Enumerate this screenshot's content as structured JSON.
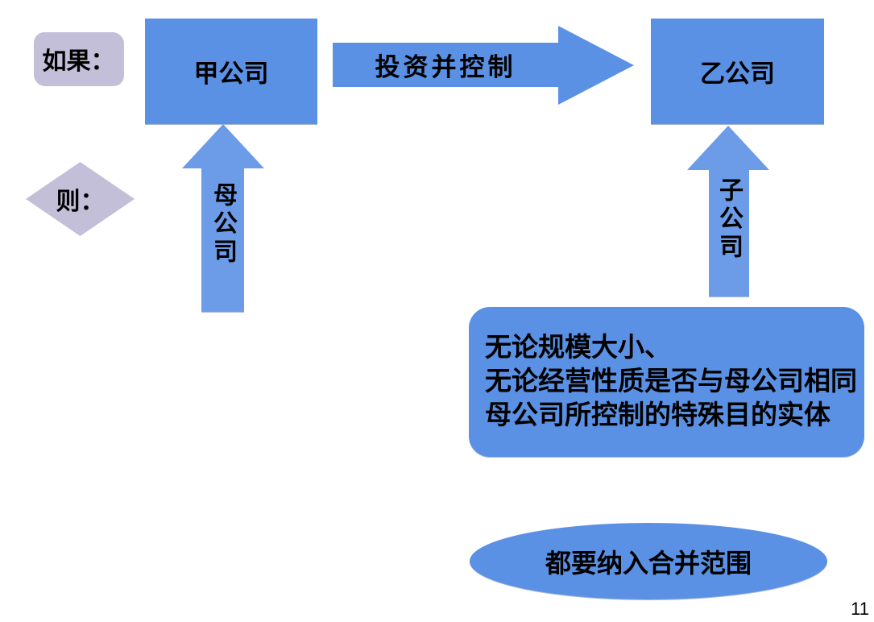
{
  "colors": {
    "shape_blue": "#5B91E4",
    "arrow_blue": "#6C9CE7",
    "label_lavender": "#C3BFD8"
  },
  "labels": {
    "if": "如果：",
    "then": "则："
  },
  "boxes": {
    "company_a": "甲公司",
    "company_b": "乙公司"
  },
  "arrows": {
    "invest_label": "投资并控制",
    "parent_label": "母公司",
    "subsidiary_label": "子公司"
  },
  "condition_box": {
    "lines": [
      "无论规模大小、",
      "无论经营性质是否与母公司相同",
      "母公司所控制的特殊目的实体"
    ]
  },
  "conclusion": {
    "text": "都要纳入合并范围"
  },
  "page_number": "11"
}
